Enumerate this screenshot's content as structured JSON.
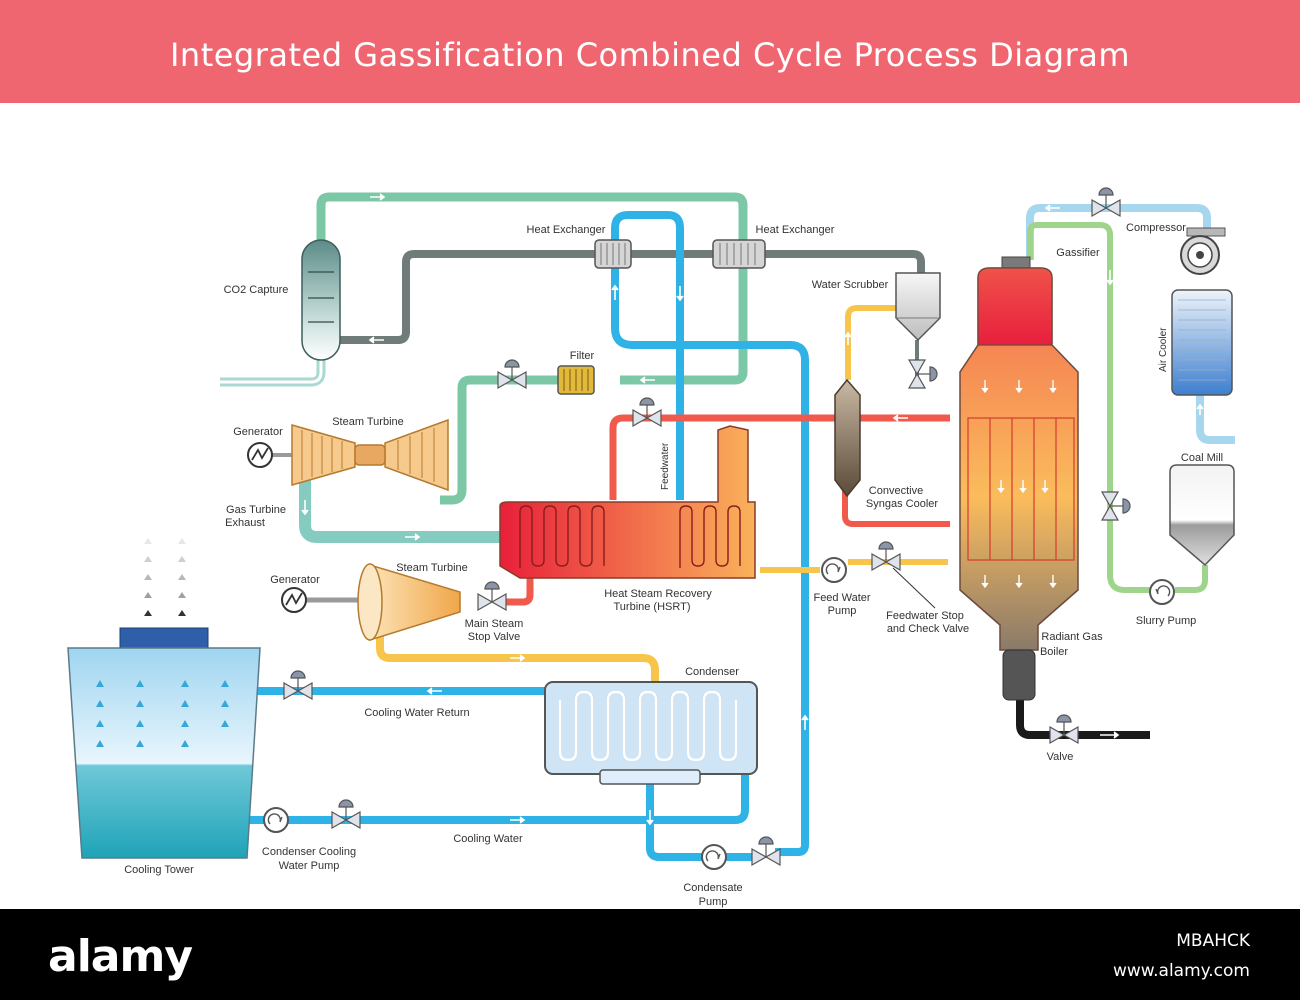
{
  "title": "Integrated Gassification Combined Cycle Process Diagram",
  "labels": {
    "heat_exchanger_left": "Heat Exchanger",
    "heat_exchanger_right": "Heat Exchanger",
    "co2_capture": "CO2 Capture",
    "filter": "Filter",
    "generator_top": "Generator",
    "steam_turbine_top": "Steam Turbine",
    "gas_turbine_exhaust_1": "Gas Turbine",
    "gas_turbine_exhaust_2": "Exhaust",
    "feedwater": "Feedwater",
    "generator_bottom": "Generator",
    "steam_turbine_bottom": "Steam Turbine",
    "main_steam_stop_valve_1": "Main Steam",
    "main_steam_stop_valve_2": "Stop Valve",
    "hsrt_1": "Heat Steam Recovery",
    "hsrt_2": "Turbine (HSRT)",
    "water_scrubber": "Water Scrubber",
    "gassifier": "Gassifier",
    "compressor": "Compressor",
    "air_cooler": "Air Cooler",
    "coal_mill": "Coal Mill",
    "convective_1": "Convective",
    "convective_2": "Syngas Cooler",
    "feed_water_pump_1": "Feed Water",
    "feed_water_pump_2": "Pump",
    "feedwater_stop_1": "Feedwater Stop",
    "feedwater_stop_2": "and Check Valve",
    "slurry_pump": "Slurry Pump",
    "radiant_1": "Radiant Gas",
    "radiant_2": "Boiler",
    "valve": "Valve",
    "condenser": "Condenser",
    "cooling_water_return": "Cooling Water Return",
    "cooling_water": "Cooling Water",
    "cooling_tower": "Cooling Tower",
    "condenser_cooling_pump_1": "Condenser Cooling",
    "condenser_cooling_pump_2": "Water Pump",
    "condensate_pump_1": "Condensate",
    "condensate_pump_2": "Pump"
  },
  "footer": {
    "logo": "alamy",
    "image_id": "MBAHCK",
    "url": "www.alamy.com"
  },
  "colors": {
    "banner": "#ef6670",
    "pipe_green": "#6dbfa0",
    "pipe_teal": "#86cbc0",
    "pipe_gray": "#6f7c7a",
    "pipe_blue": "#2fb3e6",
    "pipe_light_blue": "#a7d7ee",
    "pipe_red": "#ef5a4c",
    "pipe_yellow": "#f7c54b",
    "pipe_lime": "#9fd48c",
    "pipe_black": "#1a1a1a"
  }
}
